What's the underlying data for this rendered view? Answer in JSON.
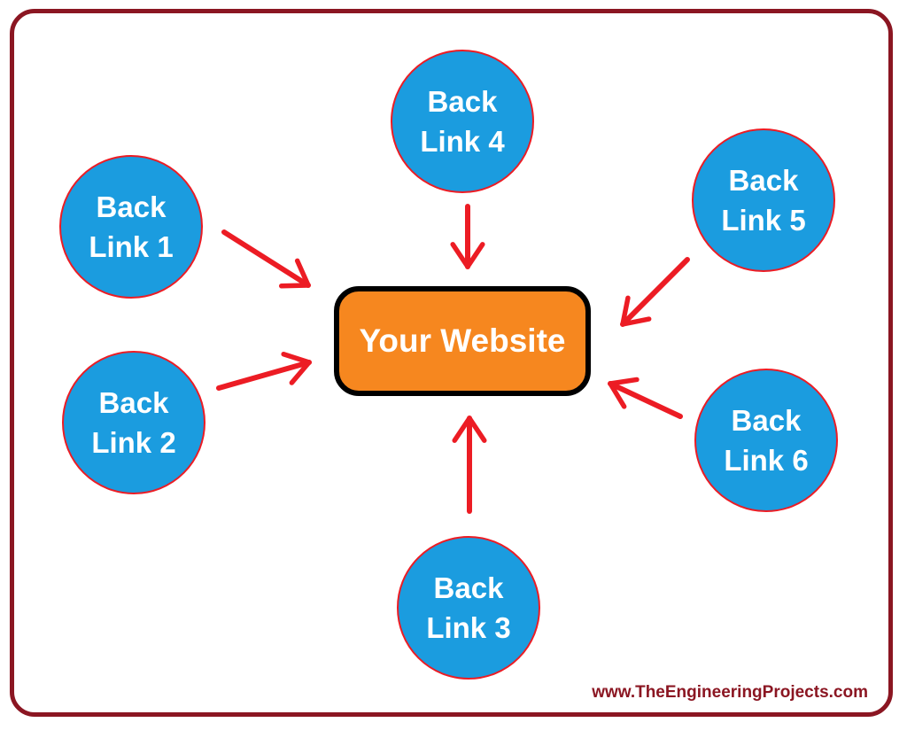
{
  "diagram": {
    "center": {
      "label": "Your Website"
    },
    "nodes": [
      {
        "id": "back-link-1",
        "line1": "Back",
        "line2": "Link 1"
      },
      {
        "id": "back-link-2",
        "line1": "Back",
        "line2": "Link 2"
      },
      {
        "id": "back-link-3",
        "line1": "Back",
        "line2": "Link 3"
      },
      {
        "id": "back-link-4",
        "line1": "Back",
        "line2": "Link 4"
      },
      {
        "id": "back-link-5",
        "line1": "Back",
        "line2": "Link 5"
      },
      {
        "id": "back-link-6",
        "line1": "Back",
        "line2": "Link 6"
      }
    ],
    "edges": [
      {
        "from": "Back Link 1",
        "to": "Your Website"
      },
      {
        "from": "Back Link 2",
        "to": "Your Website"
      },
      {
        "from": "Back Link 3",
        "to": "Your Website"
      },
      {
        "from": "Back Link 4",
        "to": "Your Website"
      },
      {
        "from": "Back Link 5",
        "to": "Your Website"
      },
      {
        "from": "Back Link 6",
        "to": "Your Website"
      }
    ],
    "watermark": "www.TheEngineeringProjects.com"
  },
  "colors": {
    "frame-color": "#8B1622",
    "node-fill": "#1B9CDF",
    "node-stroke": "#EC1C24",
    "node-text": "#FFFFFF",
    "center-fill": "#F6871F",
    "center-stroke": "#000000",
    "arrow-color": "#EC1C24",
    "watermark-color": "#8B1622"
  }
}
